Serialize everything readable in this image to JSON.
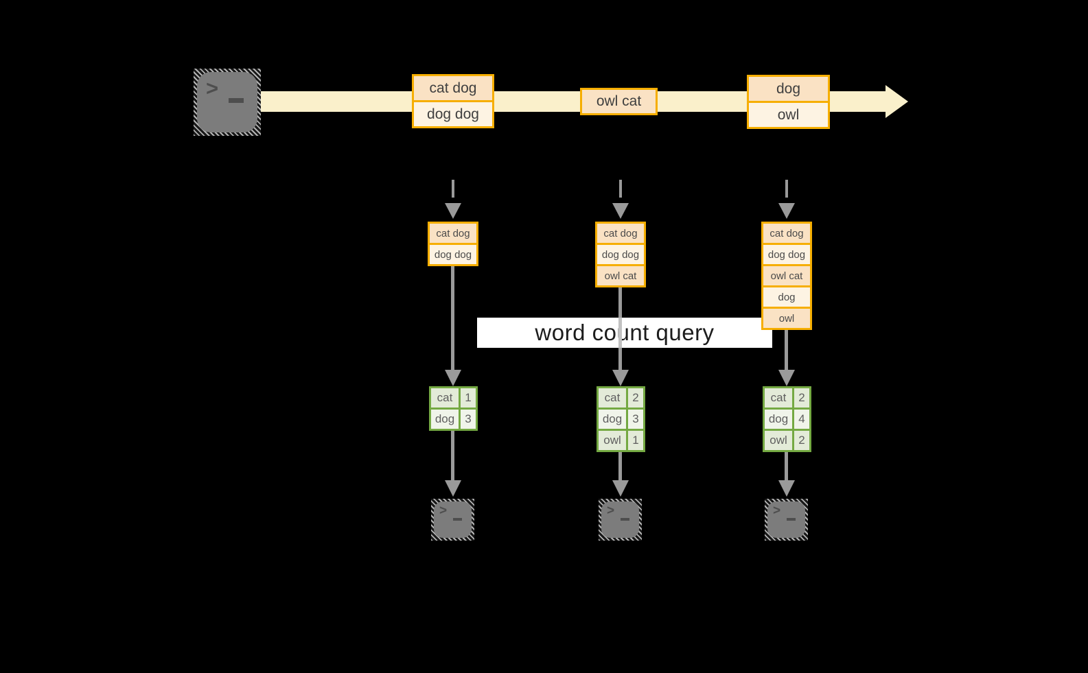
{
  "query_label": {
    "text": "word count query"
  },
  "icons": {
    "source": "terminal-icon",
    "sinks": [
      "terminal-icon",
      "terminal-icon",
      "terminal-icon"
    ],
    "prompt_char": ">"
  },
  "stream": {
    "events": [
      {
        "lines": [
          "cat dog",
          "dog dog"
        ]
      },
      {
        "lines": [
          "owl cat"
        ]
      },
      {
        "lines": [
          "dog",
          "owl"
        ]
      }
    ]
  },
  "columns": [
    {
      "state": [
        "cat dog",
        "dog dog"
      ],
      "counts": [
        {
          "word": "cat",
          "count": "1"
        },
        {
          "word": "dog",
          "count": "3"
        }
      ]
    },
    {
      "state": [
        "cat dog",
        "dog dog",
        "owl cat"
      ],
      "counts": [
        {
          "word": "cat",
          "count": "2"
        },
        {
          "word": "dog",
          "count": "3"
        },
        {
          "word": "owl",
          "count": "1"
        }
      ]
    },
    {
      "state": [
        "cat dog",
        "dog dog",
        "owl cat",
        "dog",
        "owl"
      ],
      "counts": [
        {
          "word": "cat",
          "count": "2"
        },
        {
          "word": "dog",
          "count": "4"
        },
        {
          "word": "owl",
          "count": "2"
        }
      ]
    }
  ],
  "colors": {
    "accent_orange": "#F6AE00",
    "event_fill_dark": "#FAE2C4",
    "event_fill_light": "#FDF3E3",
    "stream_band": "#FAF0CB",
    "table_border_green": "#74A942",
    "table_fill_dark": "#E3EBD8",
    "table_fill_light": "#F0F4EA",
    "arrow_gray": "#9A9A9A",
    "terminal_gray": "#7C7C7C",
    "query_band_bg": "#FFFFFF",
    "query_band_text": "#1C1C1C",
    "background": "#000000"
  }
}
